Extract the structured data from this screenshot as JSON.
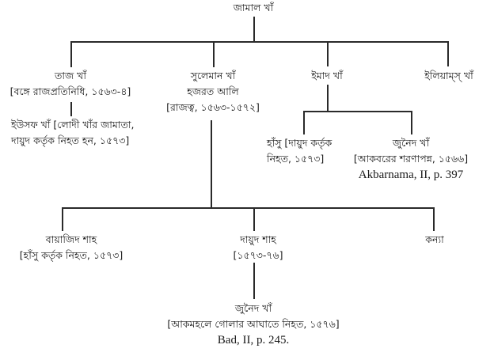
{
  "diagram": {
    "type": "family-tree",
    "root": {
      "name": "জামাল খাঁ"
    },
    "generation1": [
      {
        "name": "তাজ খাঁ",
        "note": "[বঙ্গে রাজপ্রতিনিধি, ১৫৬৩-৪]"
      },
      {
        "name": "সুলেমান খাঁ",
        "alias": "হজরত আলি",
        "note": "[রাজত্ব, ১৫৬৩-১৫৭২]"
      },
      {
        "name": "ইমাদ খাঁ"
      },
      {
        "name": "ইলিয়াম্‌স্‌ খাঁ"
      }
    ],
    "taj_child": {
      "line1": "ইউসফ খাঁ [লোদী খাঁর জামাতা,",
      "line2": "দায়ুদ কর্তৃক নিহত হন, ১৫৭৩]"
    },
    "imad_children": [
      {
        "line1": "হাঁসু [দায়ুদ কর্তৃক",
        "line2": "নিহত, ১৫৭৩]"
      },
      {
        "name": "জুনৈদ খাঁ",
        "note": "[আকবরের শরণাপন্ন, ১৫৬৬]",
        "ref": "Akbarnama, II, p. 397"
      }
    ],
    "suleman_children": [
      {
        "name": "বায়াজিদ শাহ",
        "note": "[হাঁসু কর্তৃক নিহত, ১৫৭৩]"
      },
      {
        "name": "দায়ুদ শাহ",
        "note": "[১৫৭৩-৭৬]"
      },
      {
        "name": "কন্যা"
      }
    ],
    "daud_child": {
      "name": "জুনৈদ খাঁ",
      "note": "[আকমহলে গোলার আঘাতে নিহত, ১৫৭৬]",
      "ref": "Bad, II, p. 245."
    }
  }
}
